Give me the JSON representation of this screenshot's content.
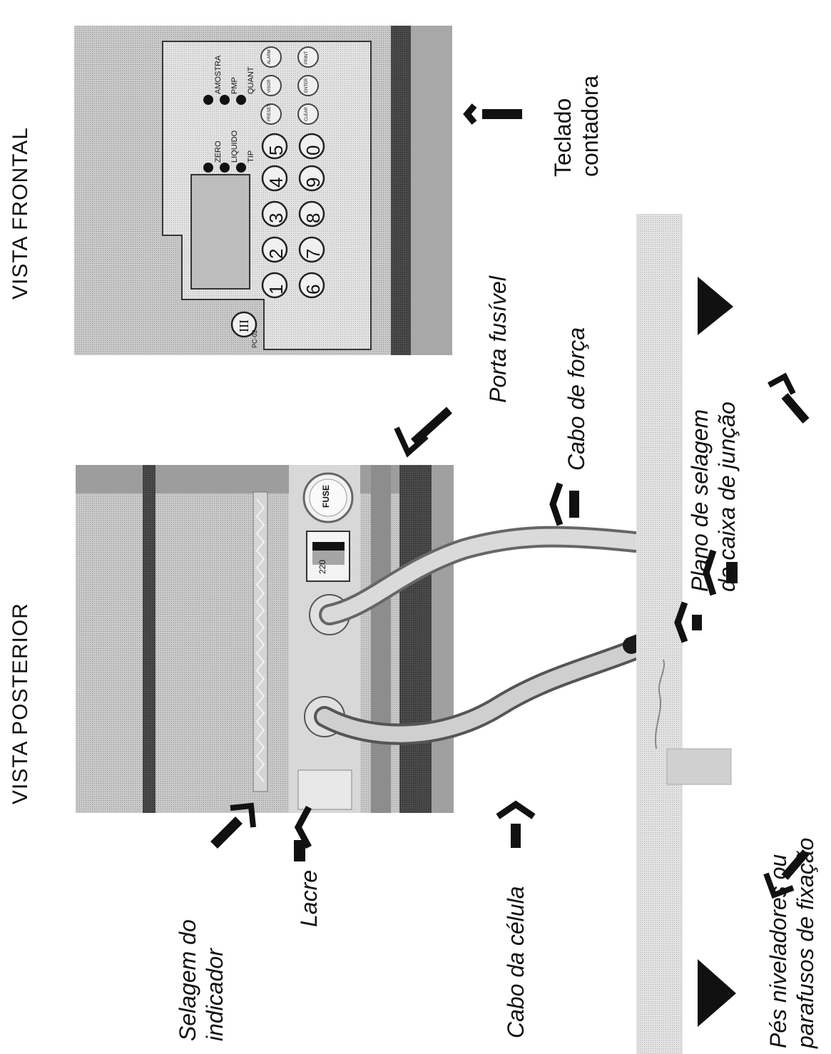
{
  "headings": {
    "rear": "VISTA POSTERIOR",
    "front": "VISTA FRONTAL"
  },
  "labels": {
    "selagem_indicador": [
      "Selagem do",
      "indicador"
    ],
    "lacre": "Lacre",
    "cabo_celula": "Cabo da  célula",
    "porta_fusivel": "Porta fusível",
    "cabo_forca": "Cabo de força",
    "plano_selagem": [
      "Plano de selagem",
      "da caixa de junção"
    ],
    "pes_niveladores": [
      "Pés niveladores ou",
      "parafusos de fixação"
    ],
    "teclado": [
      "Teclado",
      "contadora"
    ]
  },
  "rear_panel": {
    "fuse_label": "FUSE",
    "switch_label": "220"
  },
  "front_panel": {
    "leds": [
      "ZERO",
      "LIQUIDO",
      "TIP",
      "AMOSTRA",
      "PMP",
      "QUANT"
    ],
    "keys_row1": [
      "1",
      "2",
      "3",
      "4",
      "5"
    ],
    "keys_row2": [
      "6",
      "7",
      "8",
      "9",
      "0"
    ],
    "roman_key": "III",
    "small_keys": [
      "PRESET",
      "VISOR",
      "ALARM",
      "CLEAR",
      "ENTER",
      "PRINT"
    ],
    "model_tag": "PC-02"
  },
  "colors": {
    "photo_gray": "#b8b8b8",
    "dark_band": "#3a3a3a",
    "arrow": "#111111"
  }
}
